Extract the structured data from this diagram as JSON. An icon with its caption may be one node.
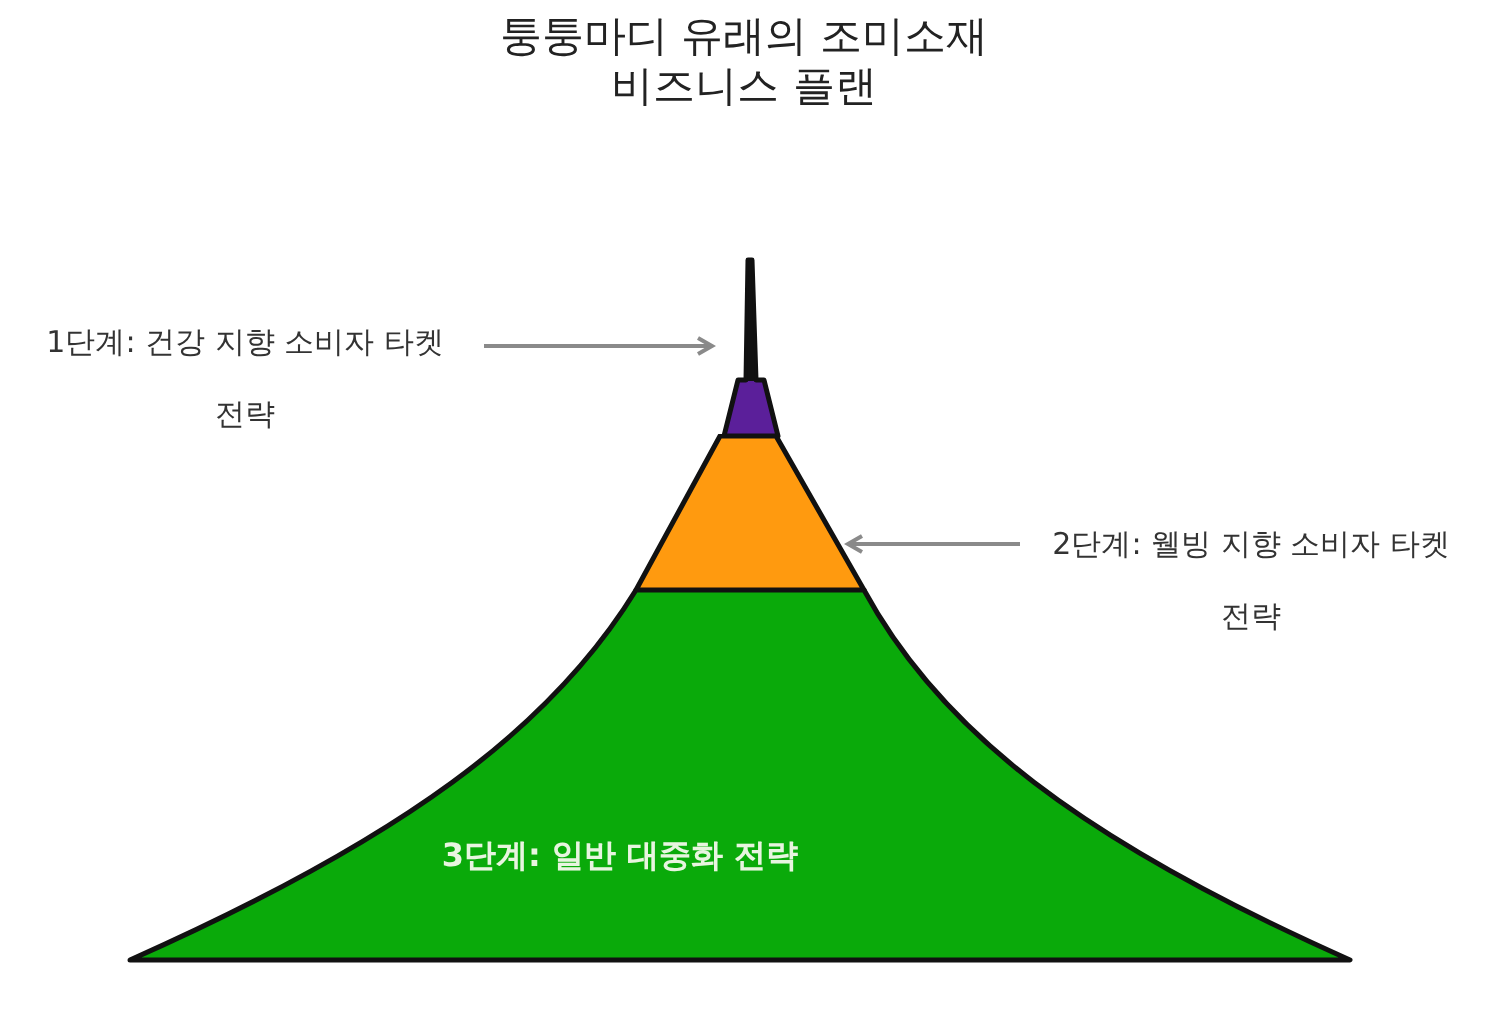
{
  "diagram": {
    "title": "퉁퉁마디 유래의 조미소재 비즈니스 플랜",
    "nodes": [
      {
        "text": [],
        "shape": "band"
      },
      {
        "text": [],
        "shape": "band"
      },
      {
        "text": [
          "3단계: 일반 대중화 전략"
        ]
      },
      {
        "text": [
          "1단계: 건강 지향 소비자 타켓 전략"
        ]
      },
      {
        "text": [
          "2단계: 웰빙 지향 소비자 타켓 전략"
        ]
      }
    ],
    "edges": [
      {
        "from": 3,
        "to": 0,
        "arrow": "to"
      },
      {
        "from": 4,
        "to": 1,
        "arrow": "to"
      }
    ]
  }
}
